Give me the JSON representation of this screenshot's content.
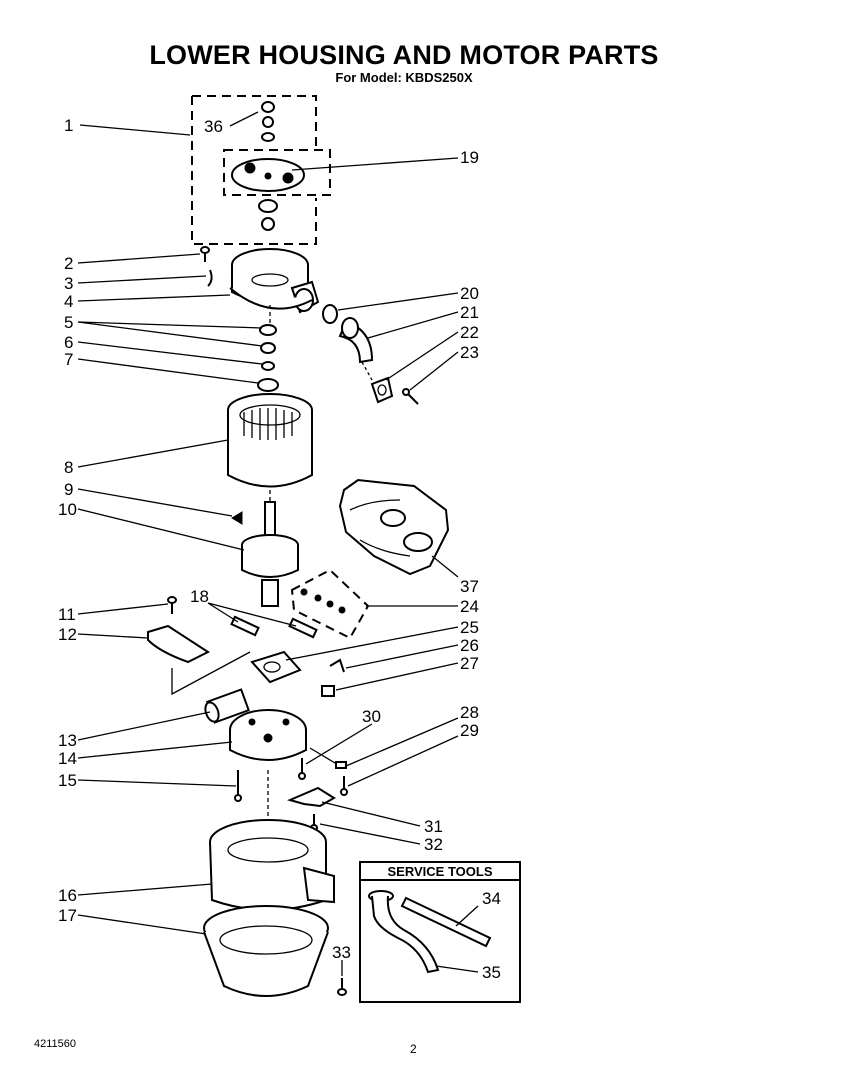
{
  "header": {
    "title": "LOWER HOUSING AND MOTOR PARTS",
    "subtitle": "For Model: KBDS250X"
  },
  "callouts": {
    "p1": "1",
    "p2": "2",
    "p3": "3",
    "p4": "4",
    "p5": "5",
    "p6": "6",
    "p7": "7",
    "p8": "8",
    "p9": "9",
    "p10": "10",
    "p11": "11",
    "p12": "12",
    "p13": "13",
    "p14": "14",
    "p15": "15",
    "p16": "16",
    "p17": "17",
    "p18": "18",
    "p19": "19",
    "p20": "20",
    "p21": "21",
    "p22": "22",
    "p23": "23",
    "p24": "24",
    "p25": "25",
    "p26": "26",
    "p27": "27",
    "p28": "28",
    "p29": "29",
    "p30": "30",
    "p31": "31",
    "p32": "32",
    "p33": "33",
    "p34": "34",
    "p35": "35",
    "p36": "36",
    "p37": "37"
  },
  "service_tools": {
    "title": "SERVICE TOOLS"
  },
  "footer": {
    "doc_number": "4211560",
    "page_number": "2"
  }
}
